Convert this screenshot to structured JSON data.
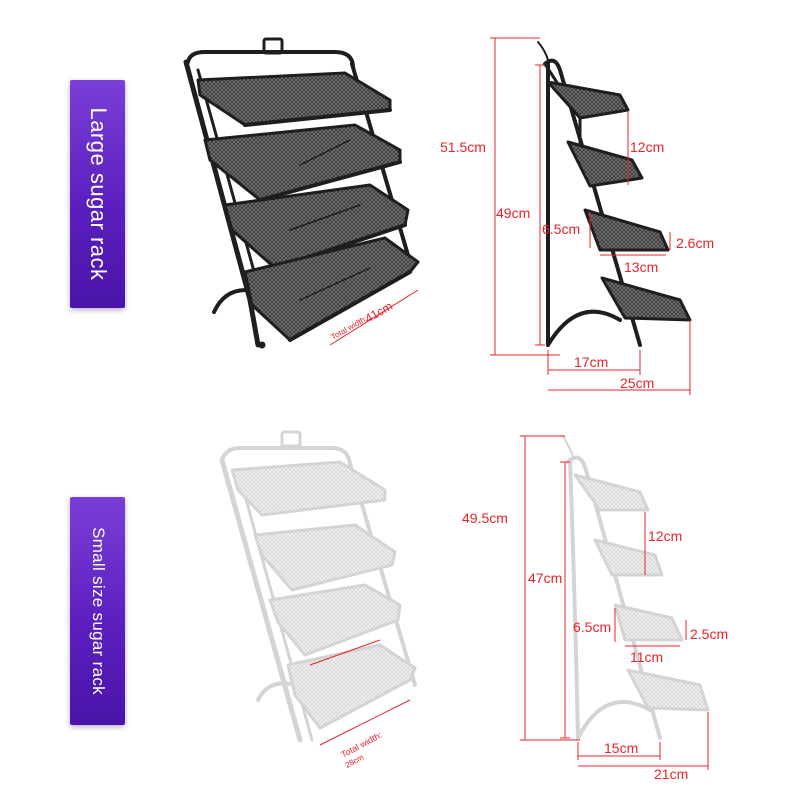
{
  "labels": {
    "large": "Large sugar rack",
    "small": "Small size sugar rack"
  },
  "large_rack": {
    "front_width": "41cm",
    "front_width_caption": "Total width:",
    "height_total": "51.5cm",
    "height_frame": "49cm",
    "shelf_spacing": "12cm",
    "shelf_depth": "6.5cm",
    "shelf_lip": "2.6cm",
    "shelf_length": "13cm",
    "base_inner": "17cm",
    "base_outer": "25cm",
    "color": "#2a2a2a"
  },
  "small_rack": {
    "front_width": "28cm",
    "front_width_caption": "Total width:",
    "height_total": "49.5cm",
    "height_frame": "47cm",
    "shelf_spacing": "12cm",
    "shelf_depth": "6.5cm",
    "shelf_lip": "2.5cm",
    "shelf_length": "11cm",
    "base_inner": "15cm",
    "base_outer": "21cm",
    "color": "#e6e6e6"
  },
  "colors": {
    "dimension": "#e8232a",
    "banner": "#5b1fbf"
  }
}
